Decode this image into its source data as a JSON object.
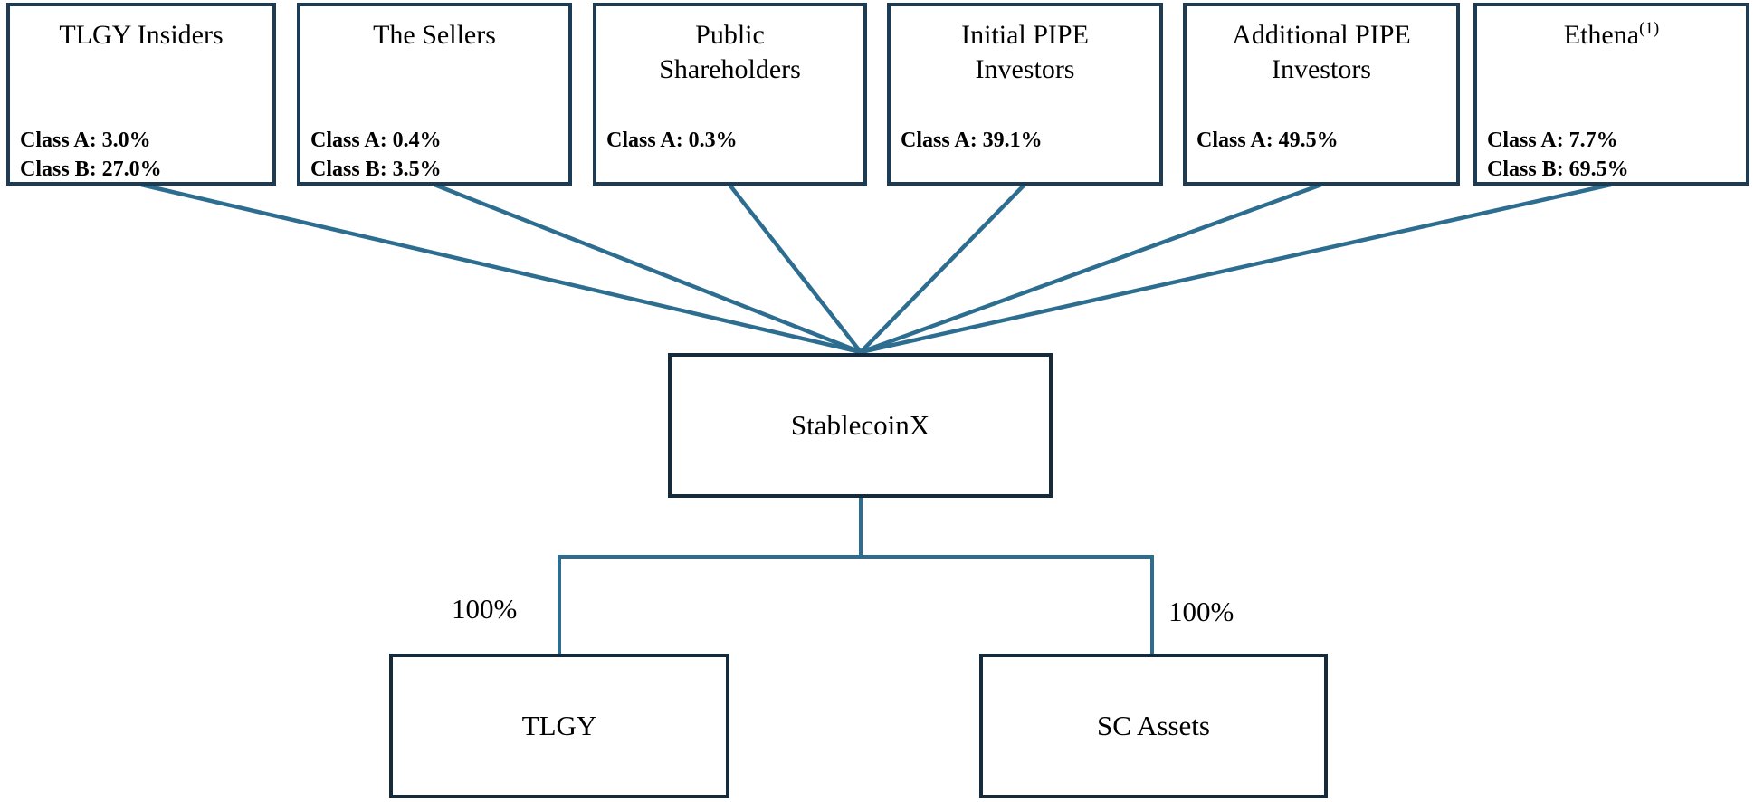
{
  "colors": {
    "connector": "#2d6e90",
    "top_box_border": "#1d3b52",
    "main_box_border": "#152b3c"
  },
  "top_nodes": [
    {
      "title": "TLGY Insiders",
      "class_a": "Class A: 3.0%",
      "class_b": "Class B: 27.0%"
    },
    {
      "title": "The Sellers",
      "class_a": "Class A: 0.4%",
      "class_b": "Class B: 3.5%"
    },
    {
      "title": "Public Shareholders",
      "class_a": "Class A: 0.3%"
    },
    {
      "title": "Initial PIPE Investors",
      "class_a": "Class A: 39.1%"
    },
    {
      "title": "Additional PIPE Investors",
      "class_a": "Class A: 49.5%"
    },
    {
      "title": "Ethena",
      "footnote": "(1)",
      "class_a": "Class A: 7.7%",
      "class_b": "Class B: 69.5%"
    }
  ],
  "center_node": {
    "title": "StablecoinX"
  },
  "bottom_nodes": [
    {
      "title": "TLGY",
      "ownership": "100%"
    },
    {
      "title": "SC Assets",
      "ownership": "100%"
    }
  ]
}
